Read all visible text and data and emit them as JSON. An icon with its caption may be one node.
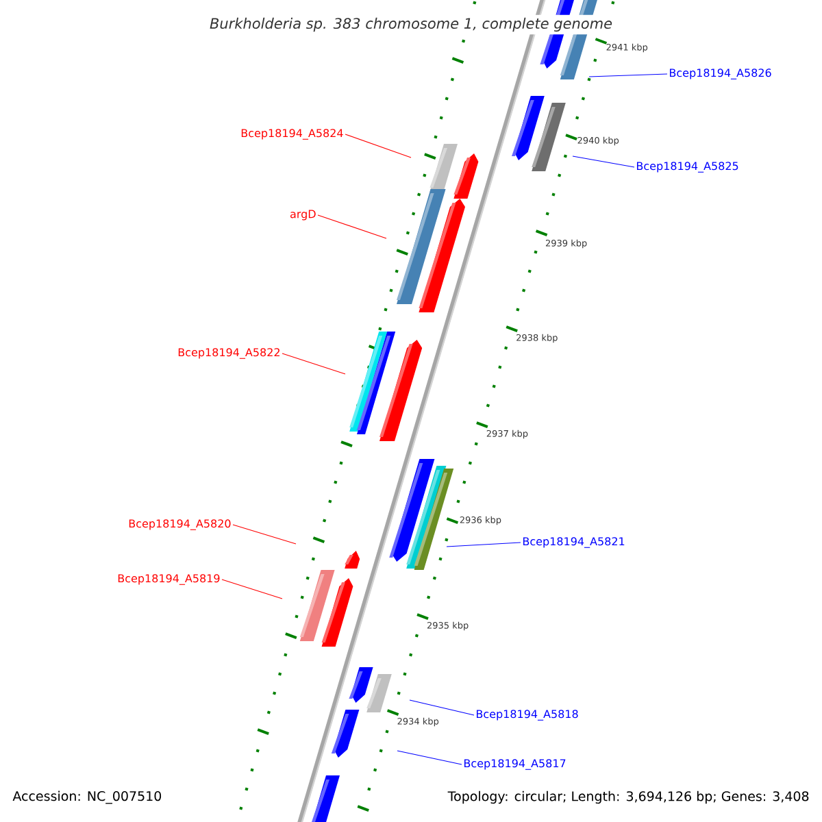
{
  "diagram": {
    "title": "Burkholderia sp. 383 chromosome 1, complete genome",
    "nodes": [
      {
        "text": [
          "Bcep18194_A5826"
        ]
      },
      {
        "text": [
          "Bcep18194_A5824"
        ]
      },
      {
        "text": [
          "Bcep18194_A5825"
        ]
      },
      {
        "text": [
          "argD"
        ]
      },
      {
        "text": [
          "Bcep18194_A5822"
        ]
      },
      {
        "text": [
          "Bcep18194_A5820"
        ]
      },
      {
        "text": [
          "Bcep18194_A5821"
        ]
      },
      {
        "text": [
          "Bcep18194_A5819"
        ]
      },
      {
        "text": [
          "Bcep18194_A5818"
        ]
      },
      {
        "text": [
          "Bcep18194_A5817"
        ]
      }
    ],
    "edges": [
      {
        "from": 0,
        "to": null,
        "arrow": "none",
        "color": "#0000ff"
      },
      {
        "from": 1,
        "to": null,
        "arrow": "none",
        "color": "#ff0000"
      },
      {
        "from": 2,
        "to": null,
        "arrow": "none",
        "color": "#0000ff"
      },
      {
        "from": 3,
        "to": null,
        "arrow": "none",
        "color": "#ff0000"
      },
      {
        "from": 4,
        "to": null,
        "arrow": "none",
        "color": "#ff0000"
      },
      {
        "from": 5,
        "to": null,
        "arrow": "none",
        "color": "#ff0000"
      },
      {
        "from": 6,
        "to": null,
        "arrow": "none",
        "color": "#0000ff"
      },
      {
        "from": 7,
        "to": null,
        "arrow": "none",
        "color": "#ff0000"
      },
      {
        "from": 8,
        "to": null,
        "arrow": "none",
        "color": "#0000ff"
      },
      {
        "from": 9,
        "to": null,
        "arrow": "none",
        "color": "#0000ff"
      }
    ],
    "labels": [
      "2941 kbp",
      "2940 kbp",
      "2939 kbp",
      "2938 kbp",
      "2937 kbp",
      "2936 kbp",
      "2935 kbp",
      "2934 kbp",
      "Accession: NC_007510",
      "Topology: circular; Length: 3,694,126 bp; Genes: 3,408"
    ]
  }
}
